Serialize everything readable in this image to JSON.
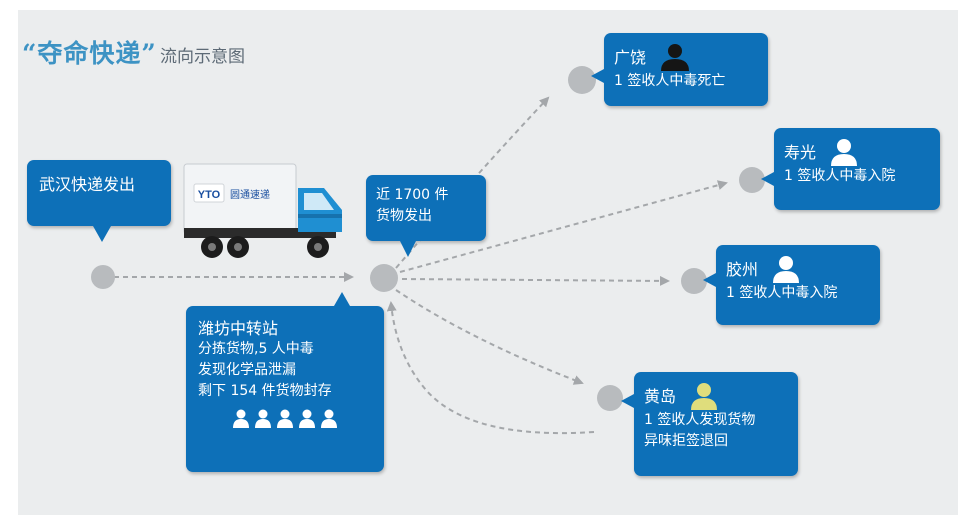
{
  "title": "“夺命快递”",
  "subtitle": "流向示意图",
  "colors": {
    "box": "#0d70b8",
    "title": "#3d93c4",
    "node": "#b8bbbe",
    "arrow": "#a4a7aa",
    "person_white": "#ffffff",
    "person_black": "#151515",
    "person_yellow": "#dfdd7c"
  },
  "truck": {
    "logo_text": "YTO",
    "company": "圆通速递"
  },
  "nodes": {
    "origin": {
      "line1": "武汉快递发出"
    },
    "hub": {
      "line1": "近 1700 件",
      "line2": "货物发出"
    },
    "transfer": {
      "name": "潍坊中转站",
      "line2": "分拣货物,5 人中毒",
      "line3": "发现化学品泄漏",
      "line4": "剩下 154 件货物封存",
      "icon": "group-of-five-person-icon"
    },
    "guangrao": {
      "name": "广饶",
      "detail": "1 签收人中毒死亡",
      "icon": "person-black-icon"
    },
    "shouguang": {
      "name": "寿光",
      "detail": "1 签收人中毒入院",
      "icon": "person-white-icon"
    },
    "jiaozhou": {
      "name": "胶州",
      "detail": "1 签收人中毒入院",
      "icon": "person-white-icon"
    },
    "huangdao": {
      "name": "黄岛",
      "detail1": "1 签收人发现货物",
      "detail2": "异味拒签退回",
      "icon": "person-yellow-icon"
    }
  }
}
